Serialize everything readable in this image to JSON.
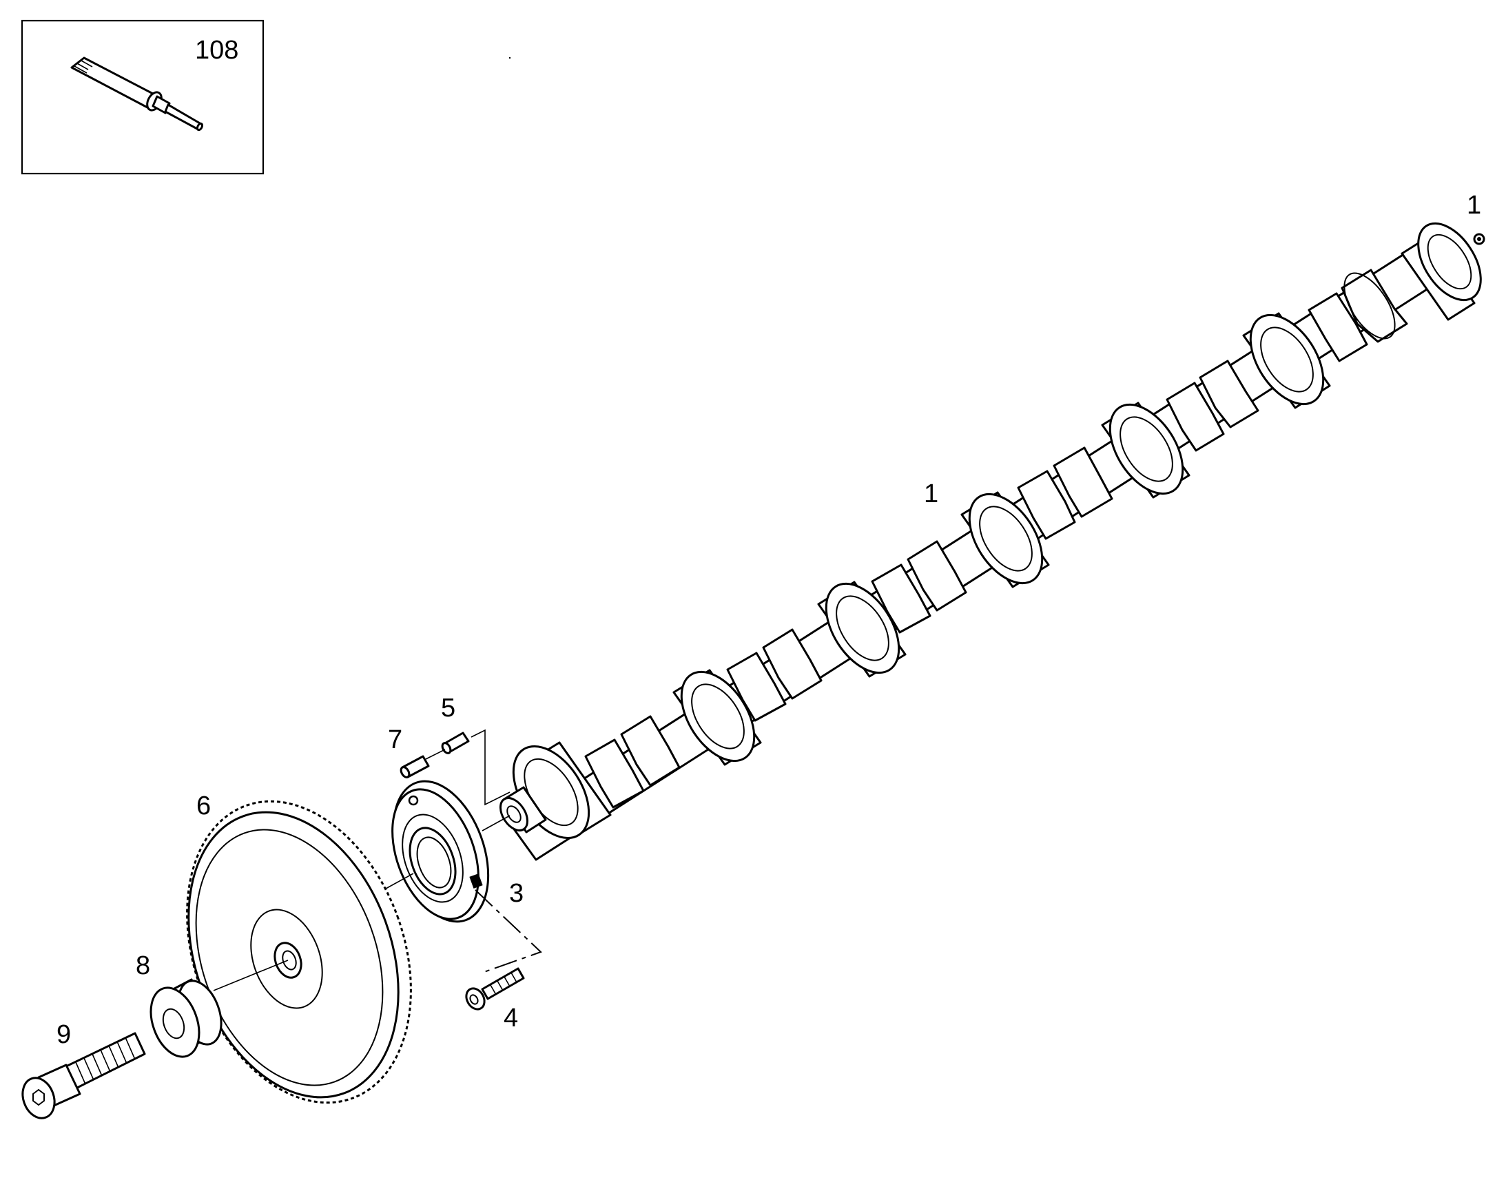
{
  "inset": {
    "icon": "sealant-tube-icon",
    "number": "108"
  },
  "callouts": {
    "camshaft_end": "1",
    "camshaft_mid": "1",
    "thrust_plate": "3",
    "thrust_screw": "4",
    "pin_a": "5",
    "gear": "6",
    "pin_b": "7",
    "washer": "8",
    "gear_bolt": "9"
  },
  "colors": {
    "ink": "#000000",
    "paper": "#ffffff"
  }
}
